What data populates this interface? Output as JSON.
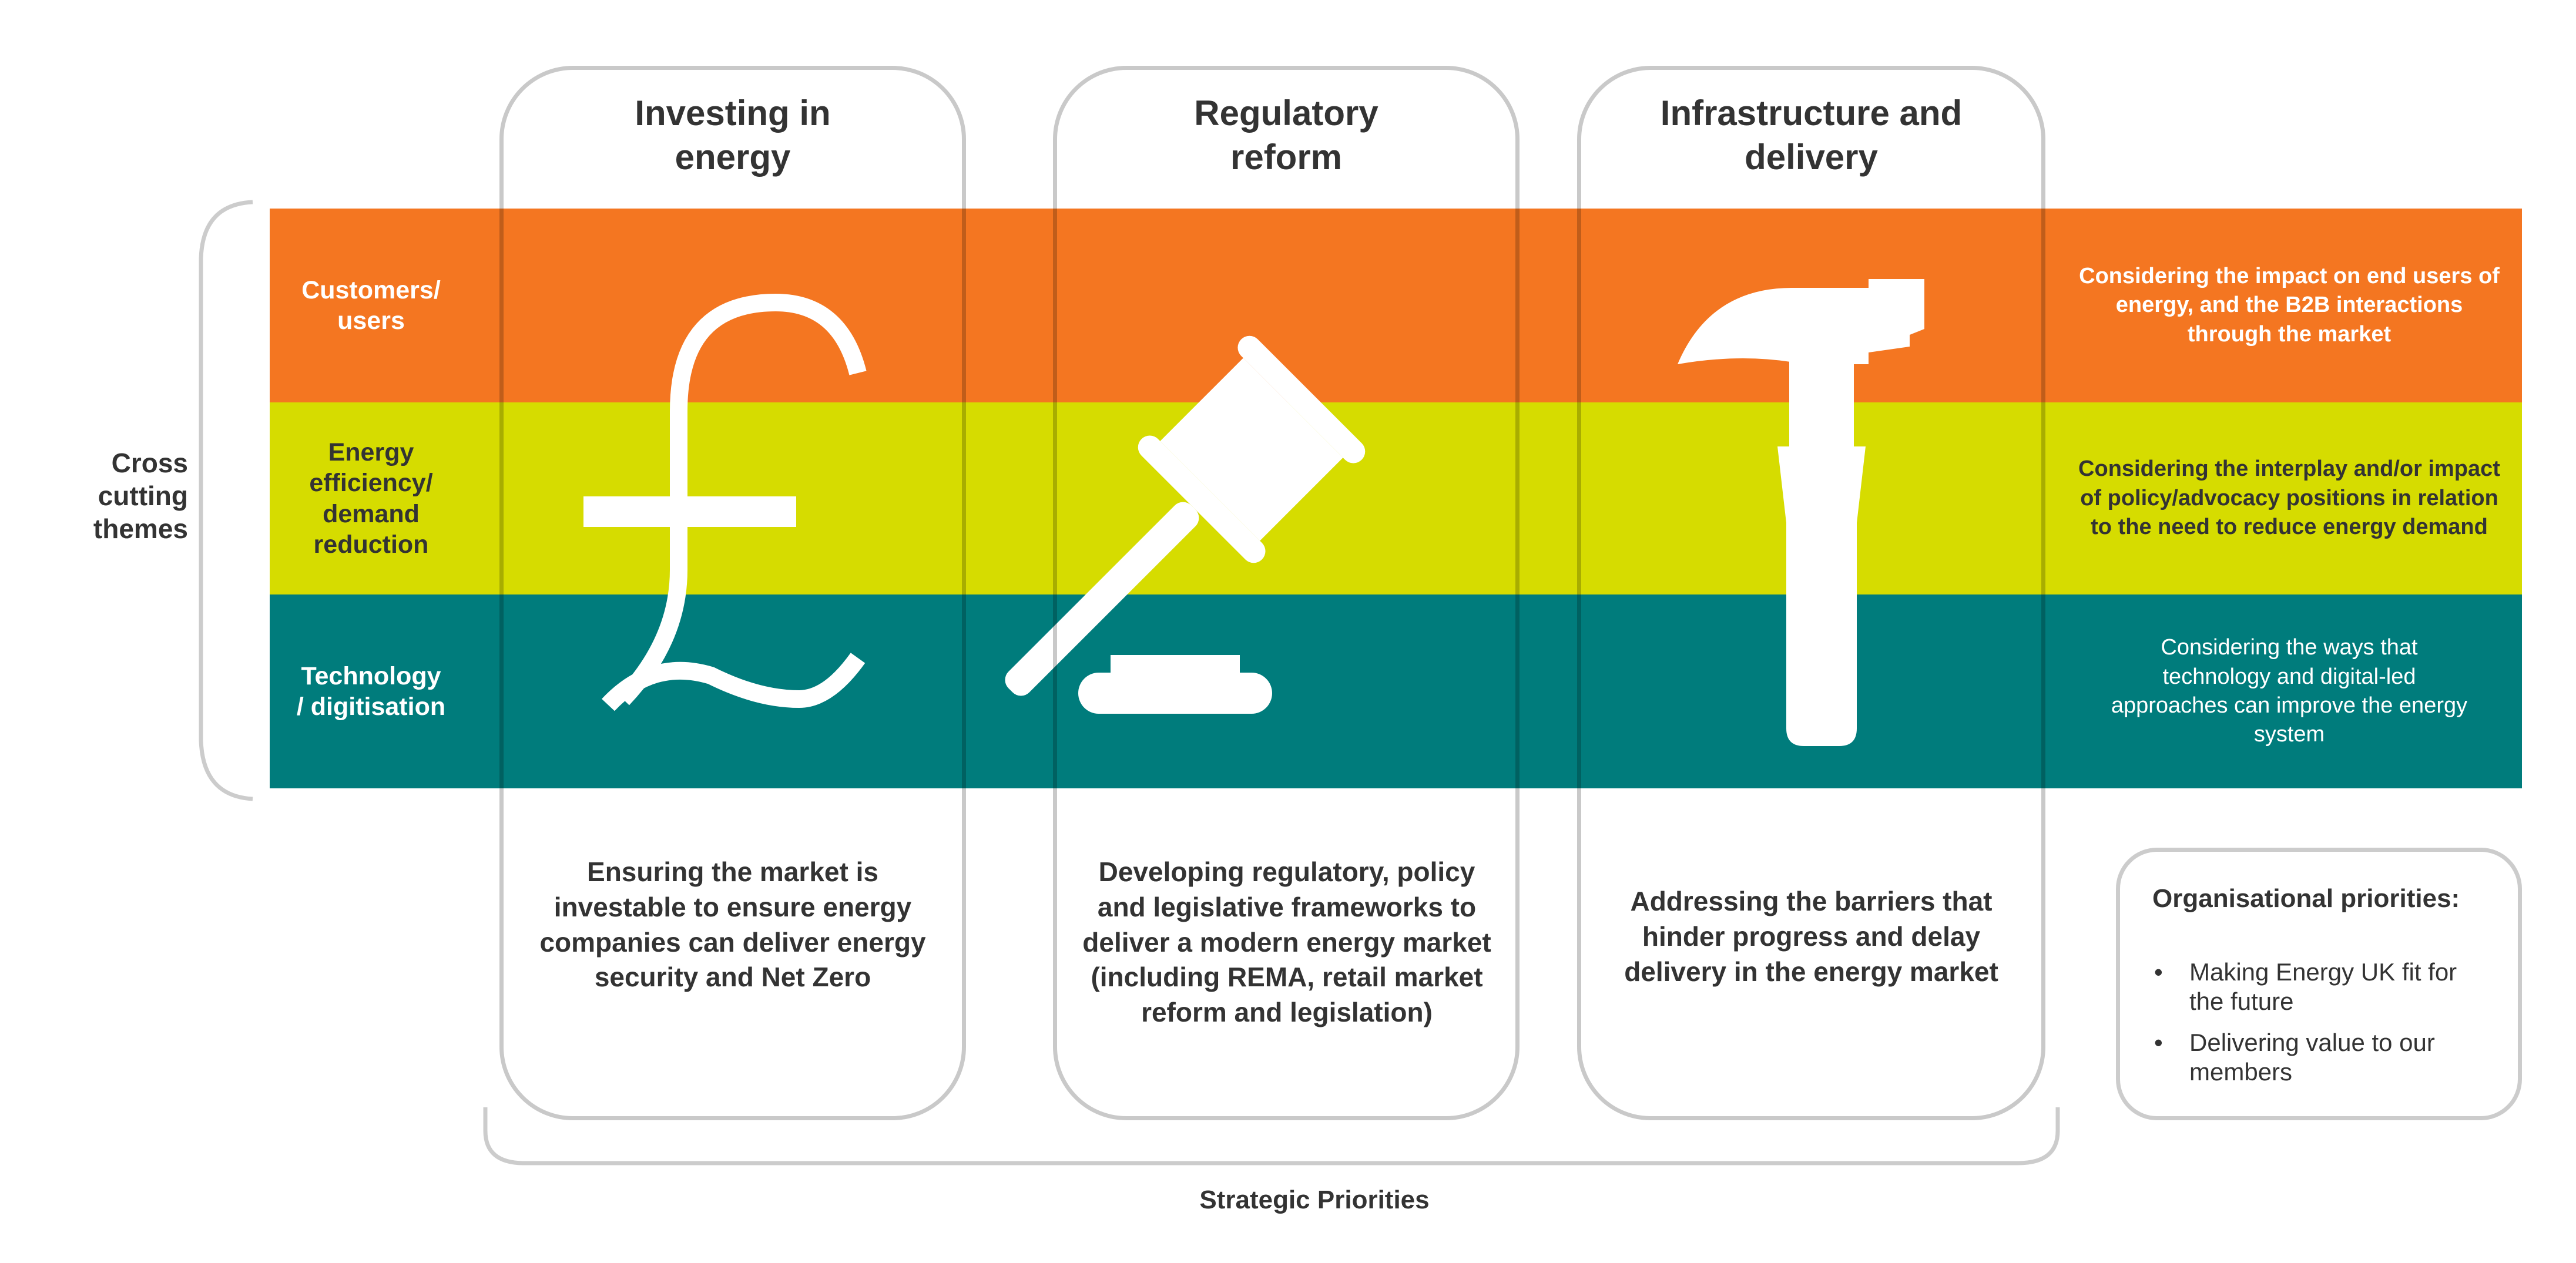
{
  "cross_cutting": {
    "label": "Cross cutting themes",
    "themes": [
      {
        "label_line1": "Customers/",
        "label_line2": "users",
        "description": "Considering the impact on end users of energy, and the B2B interactions through the market",
        "color": "#F47621"
      },
      {
        "label_line1": "Energy efficiency/",
        "label_line2": "demand reduction",
        "description": "Considering the interplay and/or impact of policy/advocacy positions in relation to the need to reduce energy demand",
        "color": "#D6DC00"
      },
      {
        "label_line1": "Technology",
        "label_line2": "/ digitisation",
        "description": "Considering the ways that technology and digital-led approaches can improve the energy system",
        "color": "#007C7C"
      }
    ]
  },
  "strategic": {
    "label": "Strategic Priorities",
    "columns": [
      {
        "title": "Investing in energy",
        "icon": "pound-icon",
        "description": "Ensuring the market is investable to ensure energy companies can deliver energy security and Net Zero"
      },
      {
        "title": "Regulatory reform",
        "icon": "gavel-icon",
        "description": "Developing regulatory, policy and legislative frameworks to deliver a modern energy market (including REMA, retail market reform and legislation)"
      },
      {
        "title": "Infrastructure and delivery",
        "icon": "hammer-icon",
        "description": "Addressing the barriers that hinder progress and delay delivery in the energy market"
      }
    ]
  },
  "organisational": {
    "title": "Organisational priorities:",
    "items": [
      "Making Energy UK fit for the future",
      "Delivering value to our members"
    ]
  }
}
